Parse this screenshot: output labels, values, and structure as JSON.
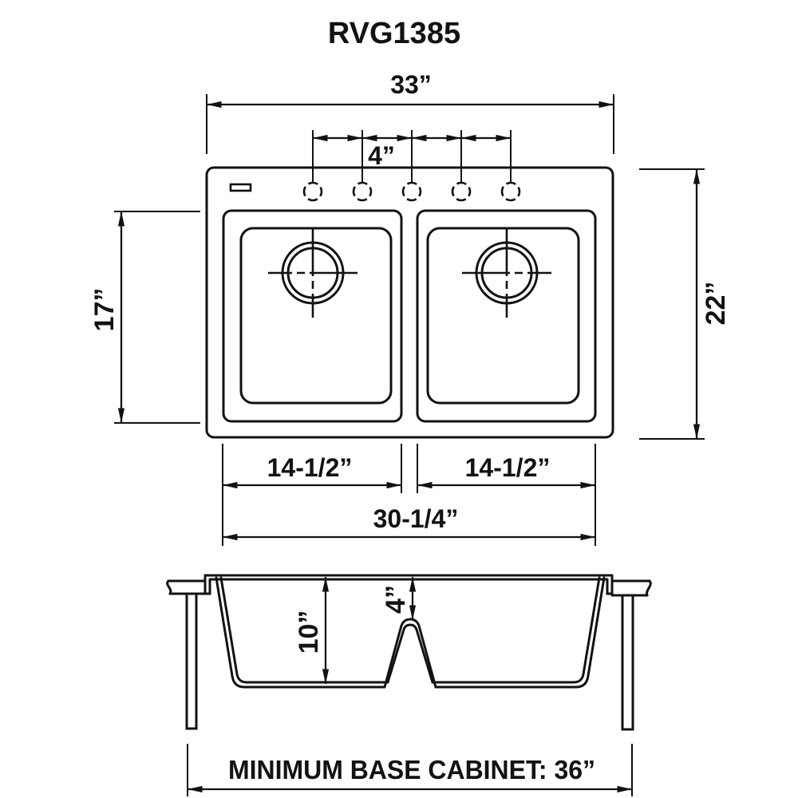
{
  "title": "RVG1385",
  "top_view": {
    "overall_width": "33”",
    "faucet_hole_spacing": "4”",
    "bowl_front_to_back": "17”",
    "overall_depth": "22”",
    "left_bowl_width": "14-1/2”",
    "right_bowl_width": "14-1/2”",
    "bowls_overall_width": "30-1/4”"
  },
  "profile_view": {
    "bowl_depth": "10”",
    "divider_drop": "4”"
  },
  "footer": {
    "min_base_cabinet": "MINIMUM BASE CABINET: 36”"
  },
  "colors": {
    "line": "#121212",
    "background": "#ffffff"
  }
}
